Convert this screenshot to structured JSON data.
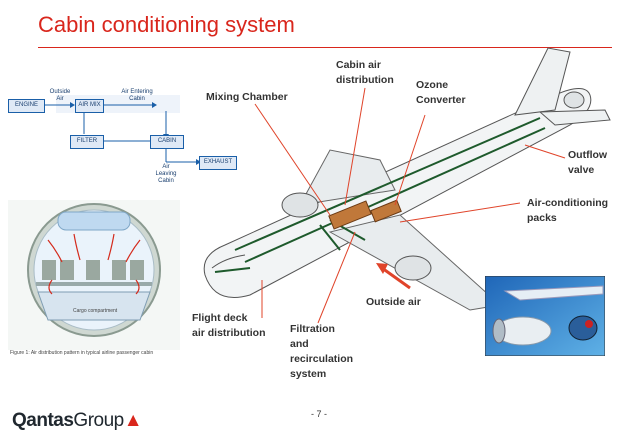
{
  "title": "Cabin conditioning system",
  "page_number": "- 7 -",
  "logo": {
    "main": "Qantas",
    "group": "Group"
  },
  "flow_diagram": {
    "boxes": {
      "engine": "ENGINE",
      "air_mix": "AIR MIX",
      "filter": "FILTER",
      "cabin": "CABIN",
      "exhaust": "EXHAUST"
    },
    "labels": {
      "outside_air": "Outside\nAir",
      "air_entering_cabin": "Air Entering\nCabin",
      "air_leaving_cabin": "Air\nLeaving\nCabin"
    }
  },
  "cross_section": {
    "cargo_label": "Cargo compartment",
    "caption": "Figure 1: Air distribution pattern in typical airline passenger cabin"
  },
  "callouts": {
    "mixing_chamber": "Mixing Chamber",
    "cabin_air_distribution": "Cabin air\ndistribution",
    "ozone_converter": "Ozone\nConverter",
    "outflow_valve": "Outflow\nvalve",
    "air_conditioning_packs": "Air-conditioning\npacks",
    "outside_air": "Outside air",
    "flight_deck": "Flight deck\nair distribution",
    "filtration": "Filtration\nand\nrecirculation\nsystem"
  },
  "colors": {
    "accent": "#d9261c",
    "diagram_blue": "#1a5fa8",
    "duct_green": "#1e5a2c",
    "leader_red": "#e0442a"
  }
}
